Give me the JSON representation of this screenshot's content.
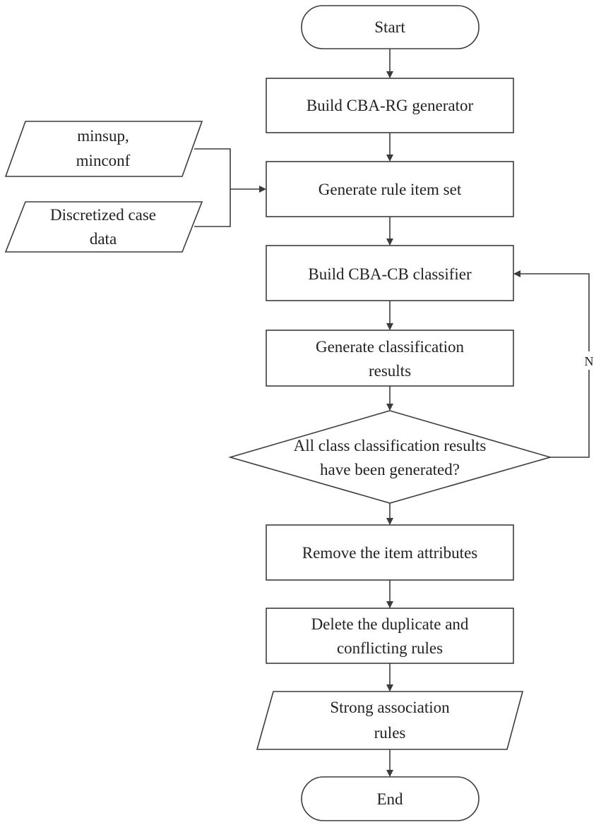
{
  "nodes": {
    "start": "Start",
    "build_rg": "Build CBA-RG generator",
    "minsup": [
      "minsup,",
      "minconf"
    ],
    "discretized": [
      "Discretized case",
      "data"
    ],
    "generate_rules": "Generate rule item set",
    "build_cb": "Build CBA-CB classifier",
    "generate_results": [
      "Generate classification",
      "results"
    ],
    "decision": [
      "All class classification results",
      "have been generated?"
    ],
    "remove_attrs": "Remove the item attributes",
    "delete_rules": [
      "Delete the duplicate and",
      "conflicting rules"
    ],
    "strong_rules": [
      "Strong association",
      "rules"
    ],
    "end": "End"
  },
  "edge_labels": {
    "no": "N"
  }
}
